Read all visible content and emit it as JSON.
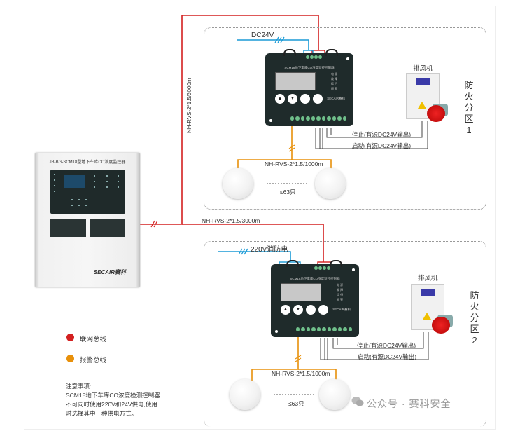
{
  "colors": {
    "network_bus": "#d32020",
    "alarm_bus": "#e8900a",
    "power_line": "#1a9ad6",
    "output_line": "#444444"
  },
  "main_panel": {
    "title": "JB-BG-SCM18型地下车库CO浓度监控器",
    "logo": "SECAIR赛科"
  },
  "trunk_cable_vertical": "NH-RVS-2*1.5/3000m",
  "trunk_cable_horizontal": "NH-RVS-2*1.5/3000m",
  "zones": [
    {
      "power_label": "DC24V",
      "controller_title": "SCM18地下车库CO浓度监控控制器",
      "controller_logo": "SECAIR赛科",
      "fan_label": "排风机",
      "stop_label": "停止(有源DC24V输出)",
      "start_label": "启动(有源DC24V输出)",
      "detector_cable": "NH-RVS-2*1.5/1000m",
      "detector_count": "≤63只",
      "zone_name_chars": [
        "防",
        "火",
        "分",
        "区",
        "1"
      ]
    },
    {
      "power_label": "220V消防电",
      "controller_title": "SCM18地下车库CO浓度监控控制器",
      "controller_logo": "SECAIR赛科",
      "fan_label": "排风机",
      "stop_label": "停止(有源DC24V输出)",
      "start_label": "启动(有源DC24V输出)",
      "detector_cable": "NH-RVS-2*1.5/1000m",
      "detector_count": "≤63只",
      "zone_name_chars": [
        "防",
        "火",
        "分",
        "区",
        "2"
      ]
    }
  ],
  "legend": [
    {
      "label": "联网总线",
      "color": "#d32020"
    },
    {
      "label": "报警总线",
      "color": "#e8900a"
    }
  ],
  "notes": {
    "title": "注意事项:",
    "lines": [
      "SCM18地下车库CO浓度检测控制器",
      "不可同时使用220V和24V供电,使用",
      "时选择其中一种供电方式。"
    ]
  },
  "watermark": "公众号 · 赛科安全",
  "controller_buttons": [
    "▲",
    "▼",
    "",
    ""
  ],
  "controller_status_labels": [
    "电",
    "源",
    "故",
    "障",
    "运",
    "行",
    "报",
    "警"
  ]
}
